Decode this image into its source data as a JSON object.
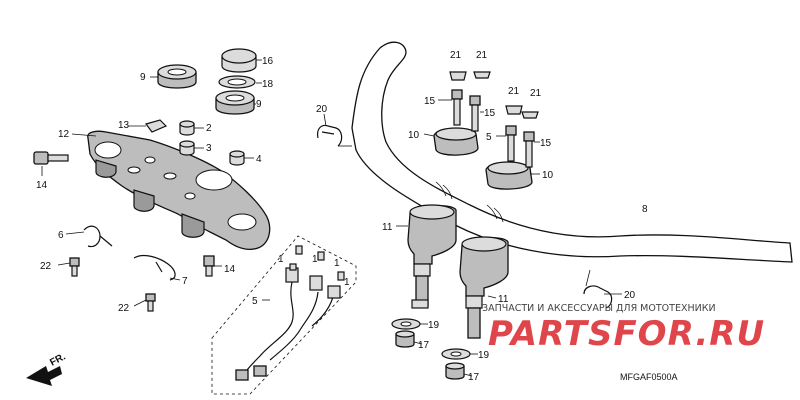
{
  "callouts": [
    {
      "id": "c16",
      "text": "16"
    },
    {
      "id": "c18",
      "text": "18"
    },
    {
      "id": "c9a",
      "text": "9"
    },
    {
      "id": "c9b",
      "text": "9"
    },
    {
      "id": "c12",
      "text": "12"
    },
    {
      "id": "c13",
      "text": "13"
    },
    {
      "id": "c2",
      "text": "2"
    },
    {
      "id": "c3",
      "text": "3"
    },
    {
      "id": "c4",
      "text": "4"
    },
    {
      "id": "c14a",
      "text": "14"
    },
    {
      "id": "c14b",
      "text": "14"
    },
    {
      "id": "c6",
      "text": "6"
    },
    {
      "id": "c7",
      "text": "7"
    },
    {
      "id": "c22a",
      "text": "22"
    },
    {
      "id": "c22b",
      "text": "22"
    },
    {
      "id": "c5w",
      "text": "5"
    },
    {
      "id": "c1a",
      "text": "1"
    },
    {
      "id": "c1b",
      "text": "1"
    },
    {
      "id": "c1c",
      "text": "1"
    },
    {
      "id": "c1d",
      "text": "1"
    },
    {
      "id": "c20a",
      "text": "20"
    },
    {
      "id": "c20b",
      "text": "20"
    },
    {
      "id": "c21a",
      "text": "21"
    },
    {
      "id": "c21b",
      "text": "21"
    },
    {
      "id": "c21c",
      "text": "21"
    },
    {
      "id": "c21d",
      "text": "21"
    },
    {
      "id": "c15a",
      "text": "15"
    },
    {
      "id": "c15b",
      "text": "15"
    },
    {
      "id": "c15c",
      "text": "15"
    },
    {
      "id": "c5b",
      "text": "5"
    },
    {
      "id": "c10a",
      "text": "10"
    },
    {
      "id": "c10b",
      "text": "10"
    },
    {
      "id": "c8",
      "text": "8"
    },
    {
      "id": "c11a",
      "text": "11"
    },
    {
      "id": "c11b",
      "text": "11"
    },
    {
      "id": "c19a",
      "text": "19"
    },
    {
      "id": "c19b",
      "text": "19"
    },
    {
      "id": "c17a",
      "text": "17"
    },
    {
      "id": "c17b",
      "text": "17"
    }
  ],
  "front_marker": "FR.",
  "watermark": {
    "caption": "ЗАПЧАСТИ И АКСЕССУАРЫ ДЛЯ МОТОТЕХНИКИ",
    "logo_text": "PARTSFOR.RU"
  },
  "diagram_code": "MFGAF0500A",
  "colors": {
    "line": "#111111",
    "part_fill": "#bdbdbd",
    "watermark_red": "#d9262b"
  }
}
